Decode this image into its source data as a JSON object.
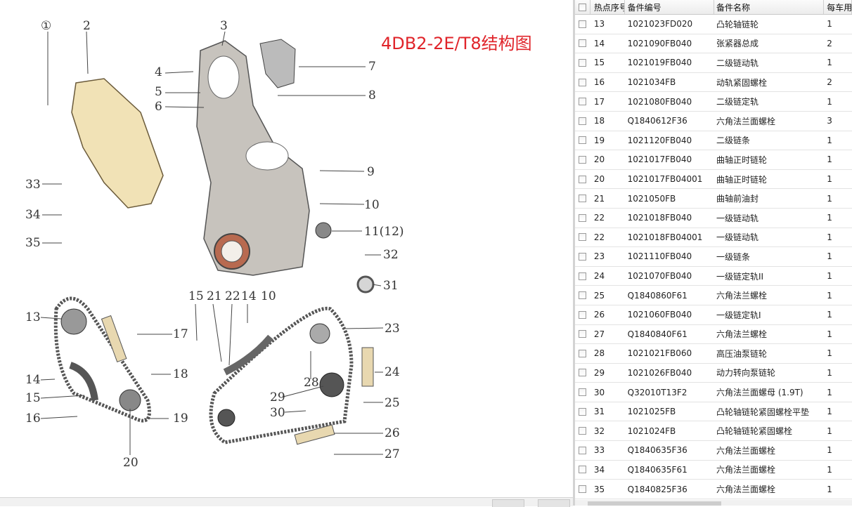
{
  "diagram": {
    "title": "4DB2-2E/T8结构图",
    "callouts": [
      "①",
      "2",
      "3",
      "4",
      "5",
      "6",
      "7",
      "8",
      "9",
      "10",
      "11(12)",
      "32",
      "31",
      "13",
      "17",
      "18",
      "14",
      "15",
      "16",
      "19",
      "20",
      "15",
      "21",
      "22",
      "14",
      "10",
      "23",
      "24",
      "25",
      "26",
      "27",
      "28",
      "29",
      "30",
      "33",
      "34",
      "35"
    ]
  },
  "grid": {
    "columns": [
      "热点序号",
      "备件编号",
      "备件名称",
      "每车用"
    ],
    "rows": [
      {
        "no": "13",
        "code": "1021023FD020",
        "name": "凸轮轴链轮",
        "qty": "1"
      },
      {
        "no": "14",
        "code": "1021090FB040",
        "name": "张紧器总成",
        "qty": "2"
      },
      {
        "no": "15",
        "code": "1021019FB040",
        "name": "二级链动轨",
        "qty": "1"
      },
      {
        "no": "16",
        "code": "1021034FB",
        "name": "动轨紧固螺栓",
        "qty": "2"
      },
      {
        "no": "17",
        "code": "1021080FB040",
        "name": "二级链定轨",
        "qty": "1"
      },
      {
        "no": "18",
        "code": "Q1840612F36",
        "name": "六角法兰面螺栓",
        "qty": "3"
      },
      {
        "no": "19",
        "code": "1021120FB040",
        "name": "二级链条",
        "qty": "1"
      },
      {
        "no": "20",
        "code": "1021017FB040",
        "name": "曲轴正时链轮",
        "qty": "1"
      },
      {
        "no": "20",
        "code": "1021017FB04001",
        "name": "曲轴正时链轮",
        "qty": "1"
      },
      {
        "no": "21",
        "code": "1021050FB",
        "name": "曲轴前油封",
        "qty": "1"
      },
      {
        "no": "22",
        "code": "1021018FB040",
        "name": "一级链动轨",
        "qty": "1"
      },
      {
        "no": "22",
        "code": "1021018FB04001",
        "name": "一级链动轨",
        "qty": "1"
      },
      {
        "no": "23",
        "code": "1021110FB040",
        "name": "一级链条",
        "qty": "1"
      },
      {
        "no": "24",
        "code": "1021070FB040",
        "name": "一级链定轨II",
        "qty": "1"
      },
      {
        "no": "25",
        "code": "Q1840860F61",
        "name": "六角法兰螺栓",
        "qty": "1"
      },
      {
        "no": "26",
        "code": "1021060FB040",
        "name": "一级链定轨I",
        "qty": "1"
      },
      {
        "no": "27",
        "code": "Q1840840F61",
        "name": "六角法兰螺栓",
        "qty": "1"
      },
      {
        "no": "28",
        "code": "1021021FB060",
        "name": "高压油泵链轮",
        "qty": "1"
      },
      {
        "no": "29",
        "code": "1021026FB040",
        "name": "动力转向泵链轮",
        "qty": "1"
      },
      {
        "no": "30",
        "code": "Q32010T13F2",
        "name": "六角法兰面螺母 (1.9T)",
        "qty": "1"
      },
      {
        "no": "31",
        "code": "1021025FB",
        "name": "凸轮轴链轮紧固螺栓平垫",
        "qty": "1"
      },
      {
        "no": "32",
        "code": "1021024FB",
        "name": "凸轮轴链轮紧固螺栓",
        "qty": "1"
      },
      {
        "no": "33",
        "code": "Q1840635F36",
        "name": "六角法兰面螺栓",
        "qty": "1"
      },
      {
        "no": "34",
        "code": "Q1840635F61",
        "name": "六角法兰面螺栓",
        "qty": "1"
      },
      {
        "no": "35",
        "code": "Q1840825F36",
        "name": "六角法兰面螺栓",
        "qty": "1"
      }
    ]
  }
}
